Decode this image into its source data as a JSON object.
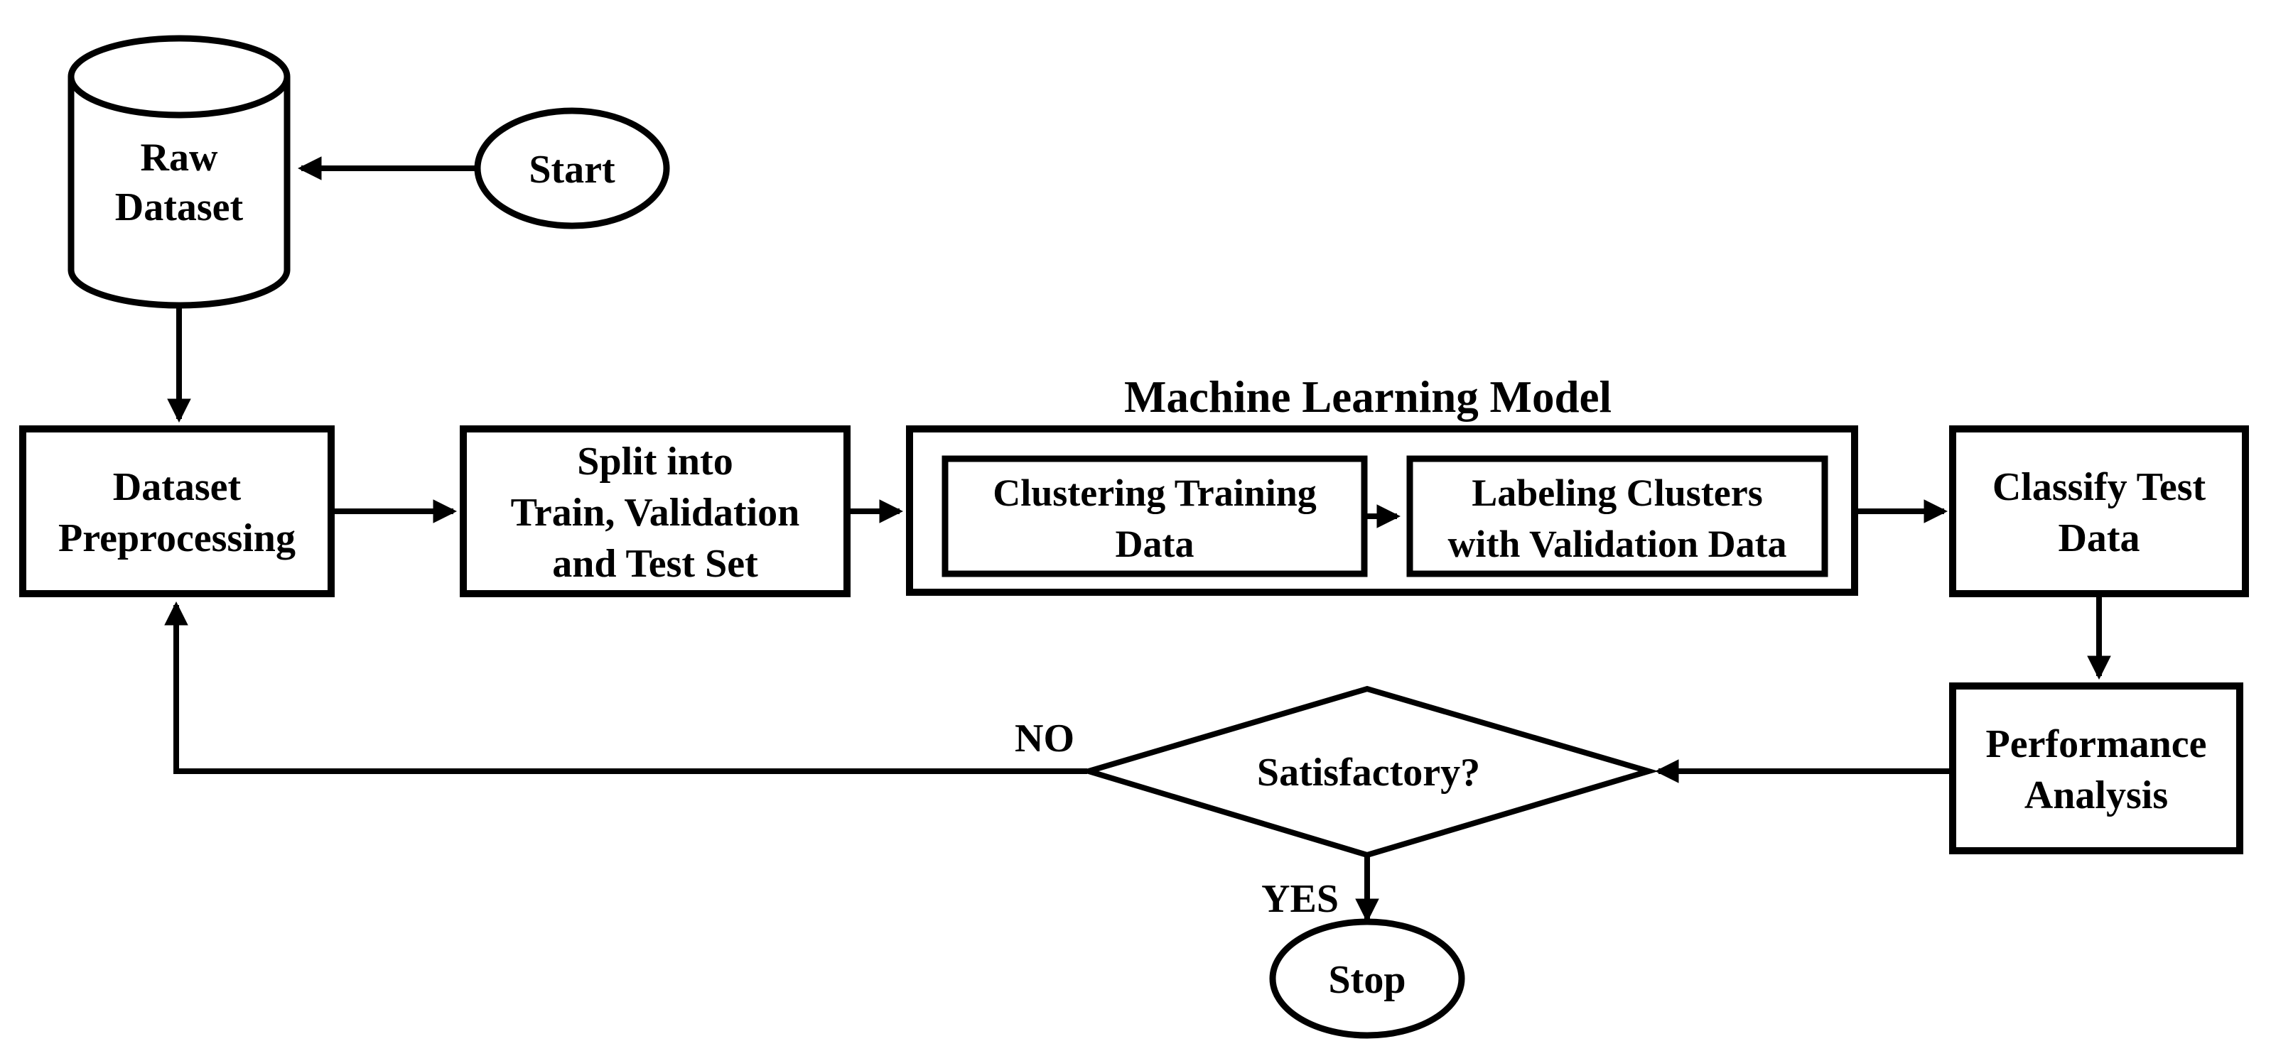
{
  "diagram": {
    "colors": {
      "ink": "#000000",
      "background": "#ffffff"
    },
    "nodes": {
      "raw_dataset": {
        "type": "datastore-cylinder",
        "lines": [
          "Raw",
          "Dataset"
        ]
      },
      "start": {
        "type": "terminator",
        "label": "Start"
      },
      "dataset_preprocessing": {
        "type": "process",
        "lines": [
          "Dataset",
          "Preprocessing"
        ]
      },
      "split": {
        "type": "process",
        "lines": [
          "Split into",
          "Train, Validation",
          "and Test Set"
        ]
      },
      "ml_container": {
        "type": "container",
        "title": "Machine Learning Model"
      },
      "clustering": {
        "type": "process",
        "lines": [
          "Clustering Training",
          "Data"
        ]
      },
      "labeling": {
        "type": "process",
        "lines": [
          "Labeling Clusters",
          "with Validation Data"
        ]
      },
      "classify": {
        "type": "process",
        "lines": [
          "Classify Test",
          "Data"
        ]
      },
      "performance": {
        "type": "process",
        "lines": [
          "Performance",
          "Analysis"
        ]
      },
      "decision": {
        "type": "decision",
        "label": "Satisfactory?"
      },
      "stop": {
        "type": "terminator",
        "label": "Stop"
      }
    },
    "edge_labels": {
      "no": "NO",
      "yes": "YES"
    }
  }
}
